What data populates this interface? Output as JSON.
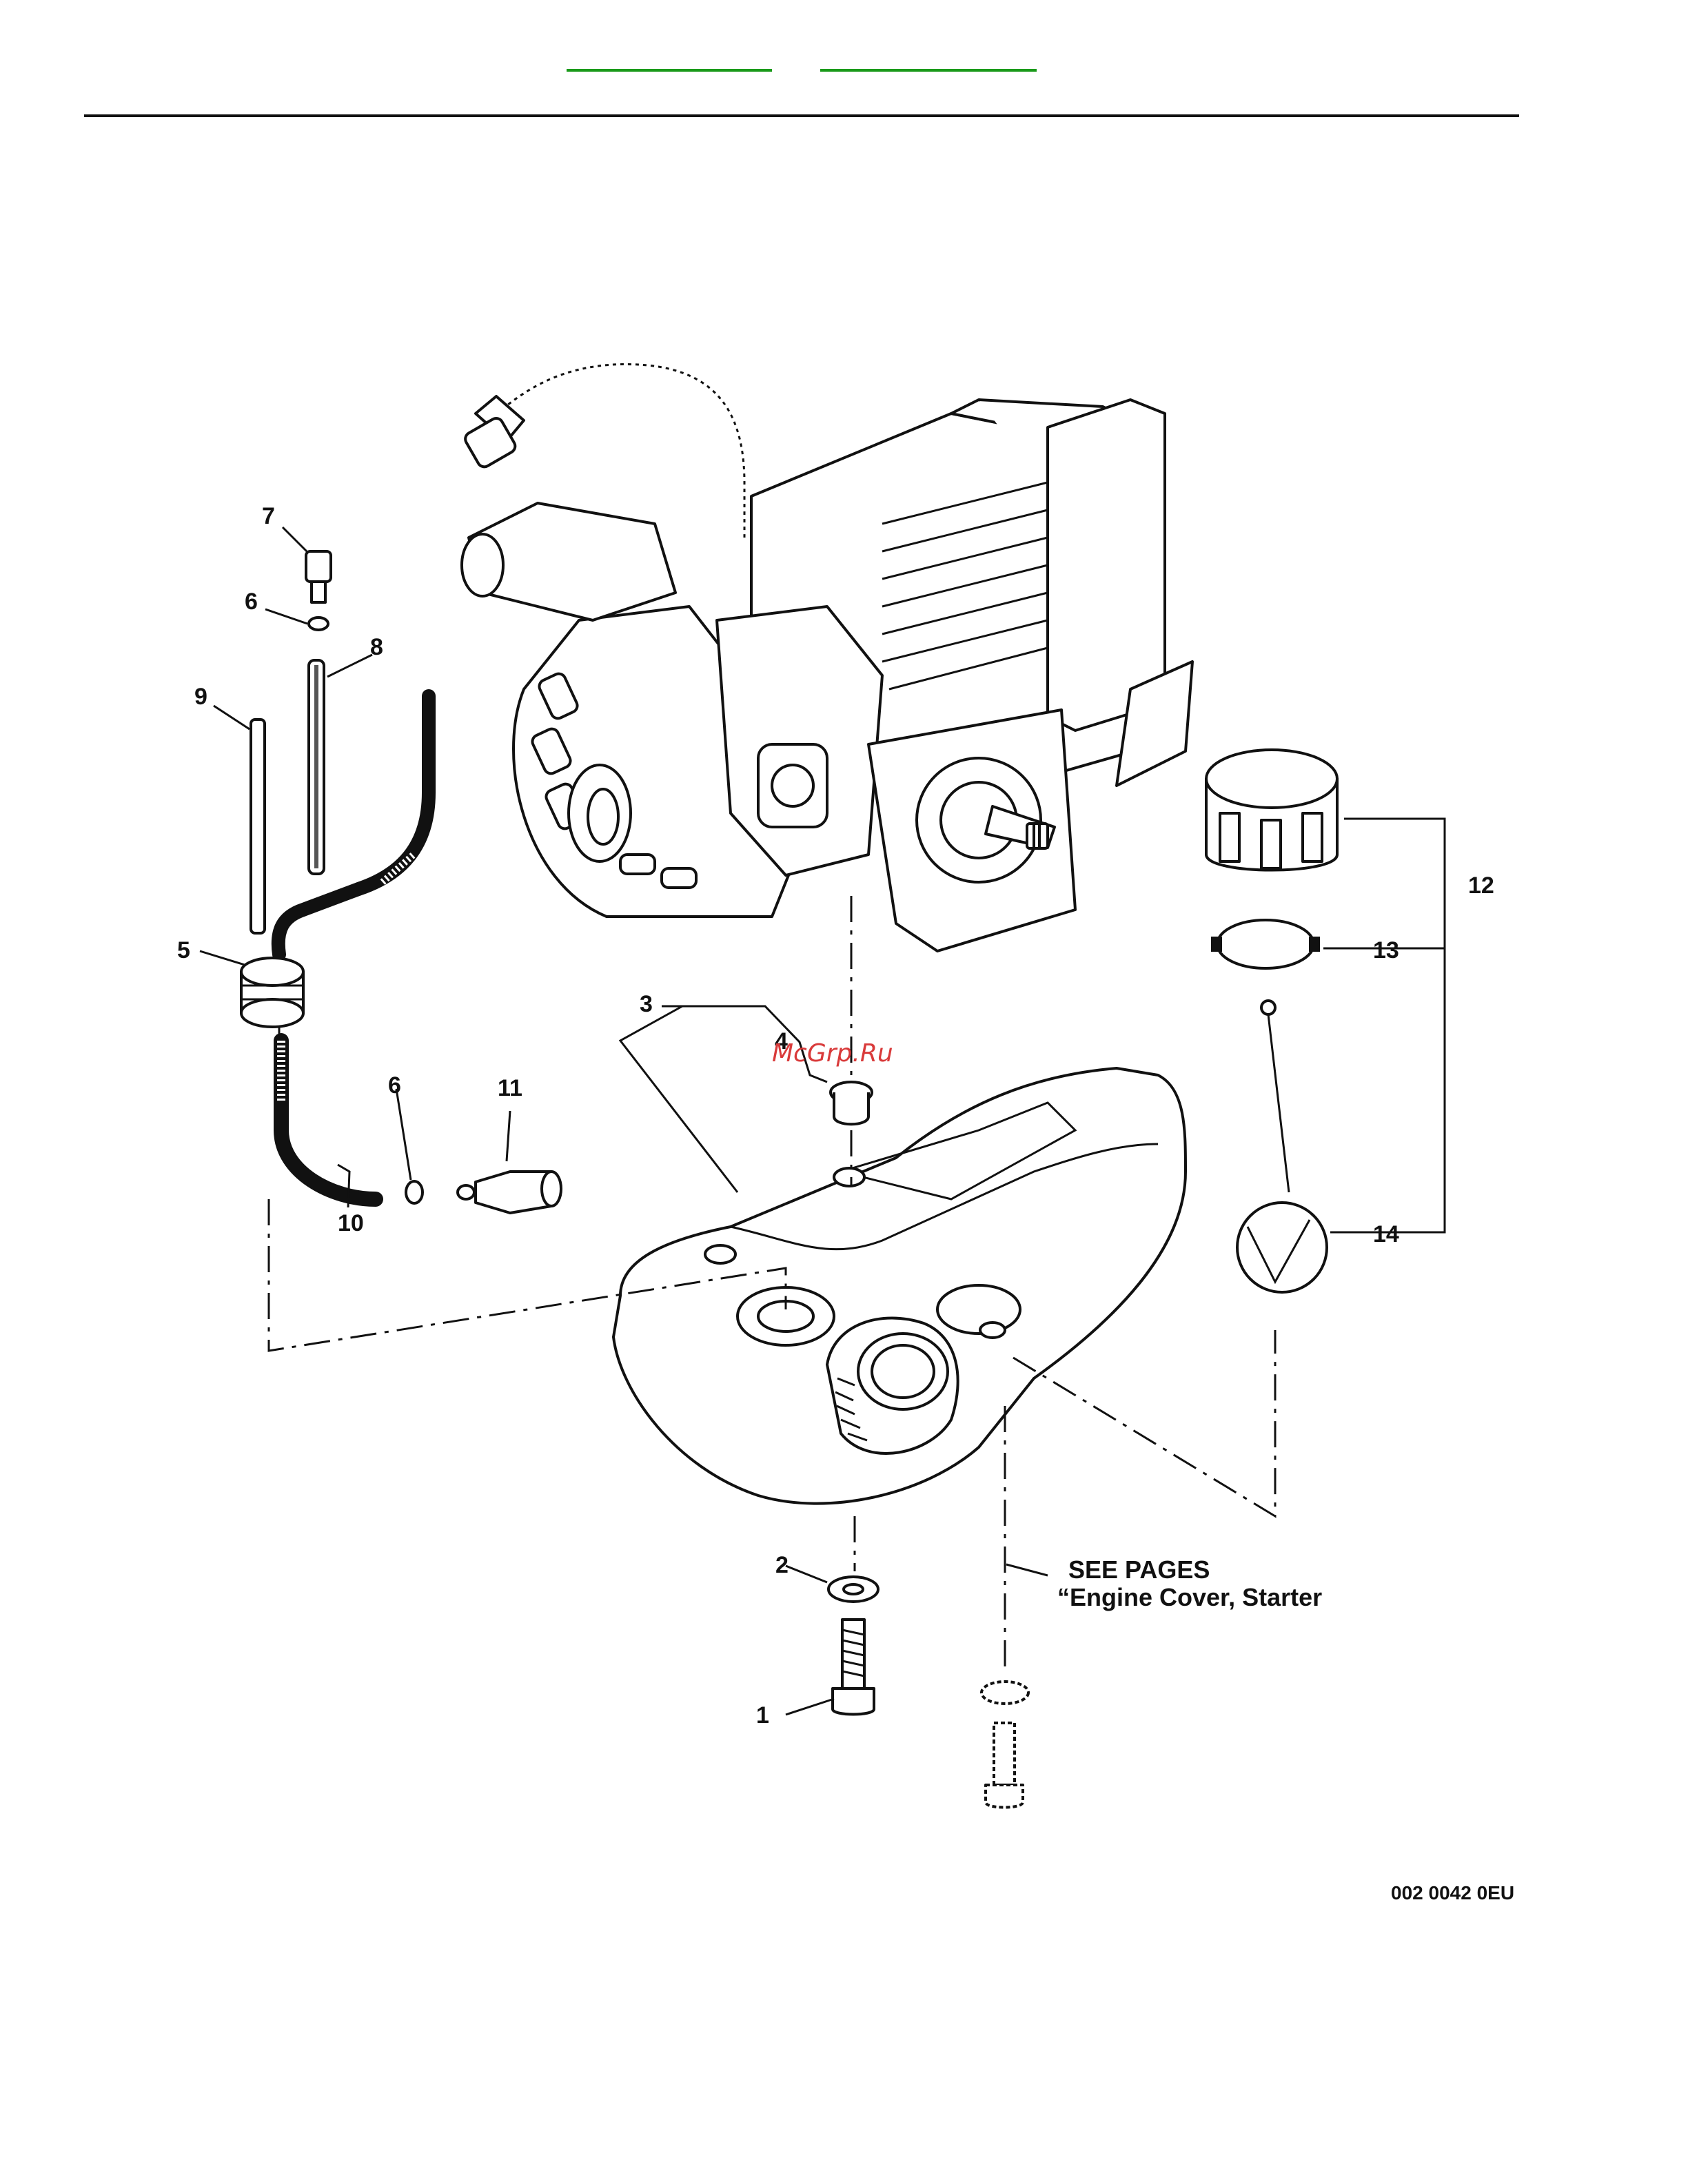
{
  "header": {
    "link_color": "#1a9a1a",
    "rule_color": "#111111"
  },
  "callouts": [
    "1",
    "2",
    "3",
    "4",
    "5",
    "6",
    "6",
    "7",
    "8",
    "9",
    "10",
    "11",
    "12",
    "13",
    "14"
  ],
  "note": {
    "line1": "SEE PAGES",
    "line2": "“Engine Cover, Starter"
  },
  "figure_code": "002 0042 0EU",
  "watermark": "McGrp.Ru"
}
